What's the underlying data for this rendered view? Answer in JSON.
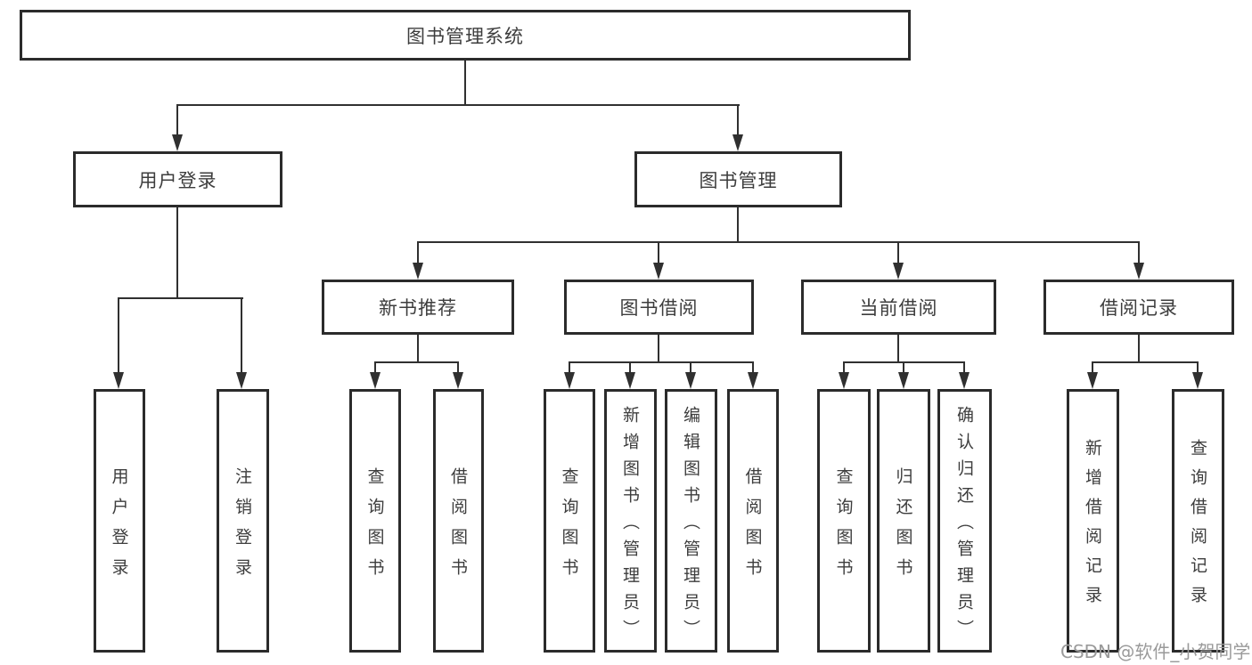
{
  "diagram_title": "图书管理系统",
  "nodes": {
    "root": {
      "label": "图书管理系统"
    },
    "user_login": {
      "label": "用户登录"
    },
    "book_management": {
      "label": "图书管理"
    },
    "new_book_recommend": {
      "label": "新书推荐"
    },
    "book_borrow": {
      "label": "图书借阅"
    },
    "current_borrow": {
      "label": "当前借阅"
    },
    "borrow_record": {
      "label": "借阅记录"
    },
    "leaf_user_login": {
      "label": "用户登录"
    },
    "leaf_logout": {
      "label": "注销登录"
    },
    "leaf_query_book_a": {
      "label": "查询图书"
    },
    "leaf_borrow_book_a": {
      "label": "借阅图书"
    },
    "leaf_query_book_b": {
      "label": "查询图书"
    },
    "leaf_add_book_admin": {
      "label": "新增图书（管理员）"
    },
    "leaf_edit_book_admin": {
      "label": "编辑图书（管理员）"
    },
    "leaf_borrow_book_b": {
      "label": "借阅图书"
    },
    "leaf_query_book_c": {
      "label": "查询图书"
    },
    "leaf_return_book": {
      "label": "归还图书"
    },
    "leaf_confirm_return_admin": {
      "label": "确认归还（管理员）"
    },
    "leaf_add_borrow_record": {
      "label": "新增借阅记录"
    },
    "leaf_query_borrow_record": {
      "label": "查询借阅记录"
    }
  },
  "watermark": {
    "text": "CSDN @软件_小贺同学"
  },
  "colors": {
    "line": "#303030",
    "border": "#2b2b2b",
    "text": "#3d3d3d",
    "watermark": "#9a9a9a",
    "background": "#ffffff"
  }
}
